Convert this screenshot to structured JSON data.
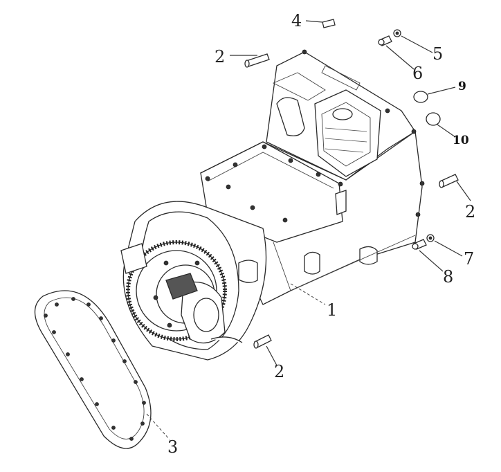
{
  "callouts": [
    {
      "id": "c1",
      "label": "1"
    },
    {
      "id": "c2a",
      "label": "2"
    },
    {
      "id": "c2b",
      "label": "2"
    },
    {
      "id": "c2c",
      "label": "2"
    },
    {
      "id": "c3",
      "label": "3"
    },
    {
      "id": "c4",
      "label": "4"
    },
    {
      "id": "c5",
      "label": "5"
    },
    {
      "id": "c6",
      "label": "6"
    },
    {
      "id": "c7",
      "label": "7"
    },
    {
      "id": "c8",
      "label": "8"
    },
    {
      "id": "c9",
      "label": "9"
    },
    {
      "id": "c10",
      "label": "10"
    }
  ]
}
